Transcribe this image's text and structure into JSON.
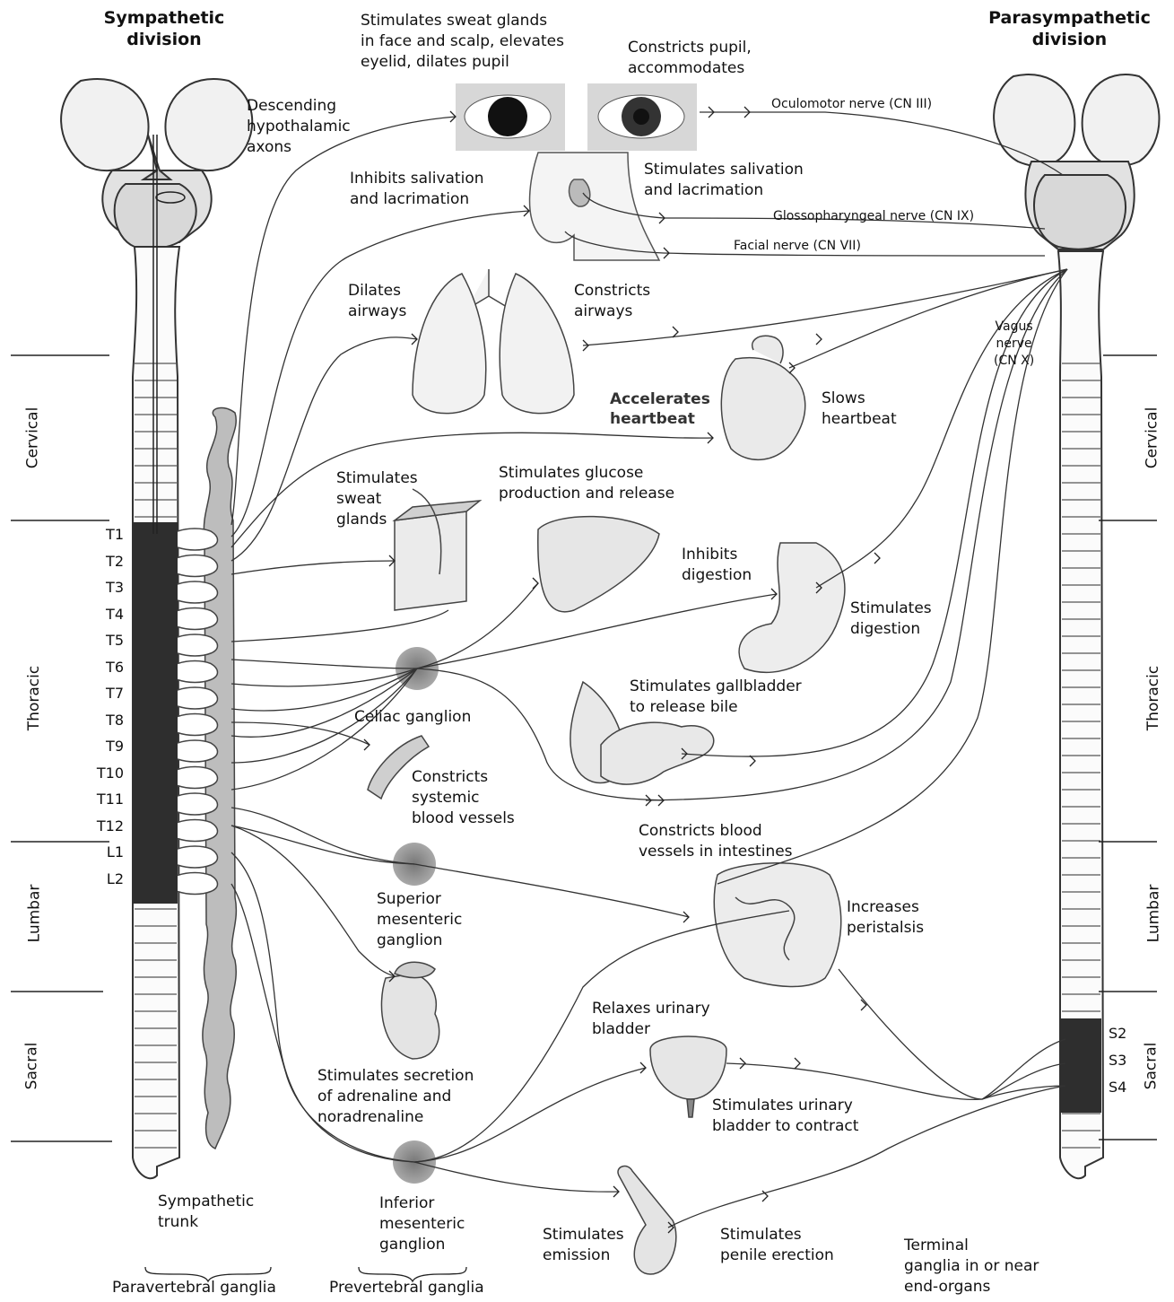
{
  "titles": {
    "sympathetic": "Sympathetic\ndivision",
    "parasympathetic": "Parasympathetic\ndivision"
  },
  "segments_left": [
    "Cervical",
    "Thoracic",
    "Lumbar",
    "Sacral"
  ],
  "segments_right": [
    "Cervical",
    "Thoracic",
    "Lumbar",
    "Sacral"
  ],
  "spinal_levels": [
    "T1",
    "T2",
    "T3",
    "T4",
    "T5",
    "T6",
    "T7",
    "T8",
    "T9",
    "T10",
    "T11",
    "T12",
    "L1",
    "L2"
  ],
  "sacral_levels": [
    "S2",
    "S3",
    "S4"
  ],
  "labels": {
    "descending": "Descending\nhypothalamic\naxons",
    "eye_symp": "Stimulates sweat glands\nin face and scalp, elevates\neyelid, dilates pupil",
    "eye_para": "Constricts pupil,\naccommodates",
    "oculomotor": "Oculomotor nerve (CN III)",
    "inhibit_saliv": "Inhibits salivation\nand lacrimation",
    "stim_saliv": "Stimulates salivation\nand lacrimation",
    "glosso": "Glossopharyngeal nerve (CN IX)",
    "facial": "Facial nerve (CN VII)",
    "dilates": "Dilates\nairways",
    "constricts_air": "Constricts\nairways",
    "vagus": "Vagus\nnerve\n(CN X)",
    "accel": "Accelerates\nheartbeat",
    "slows": "Slows\nheartbeat",
    "sweat": "Stimulates\nsweat\nglands",
    "glucose": "Stimulates glucose\nproduction and release",
    "inhibit_dig": "Inhibits\ndigestion",
    "stim_dig": "Stimulates\ndigestion",
    "gallbladder": "Stimulates gallbladder\nto release bile",
    "celiac": "Celiac ganglion",
    "vessels": "Constricts\nsystemic\nblood vessels",
    "intestine_vessels": "Constricts blood\nvessels in intestines",
    "sup_mes": "Superior\nmesenteric\nganglion",
    "peristalsis": "Increases\nperistalsis",
    "relax_bladder": "Relaxes urinary\nbladder",
    "adrenaline": "Stimulates secretion\nof adrenaline and\nnoradrenaline",
    "bladder_contract": "Stimulates urinary\nbladder to contract",
    "symp_trunk": "Sympathetic\ntrunk",
    "inf_mes": "Inferior\nmesenteric\nganglion",
    "emission": "Stimulates\nemission",
    "erection": "Stimulates\npenile erection",
    "terminal": "Terminal\nganglia in or near\nend-organs",
    "paravertebral": "Paravertebral ganglia",
    "prevertebral": "Prevertebral ganglia"
  }
}
